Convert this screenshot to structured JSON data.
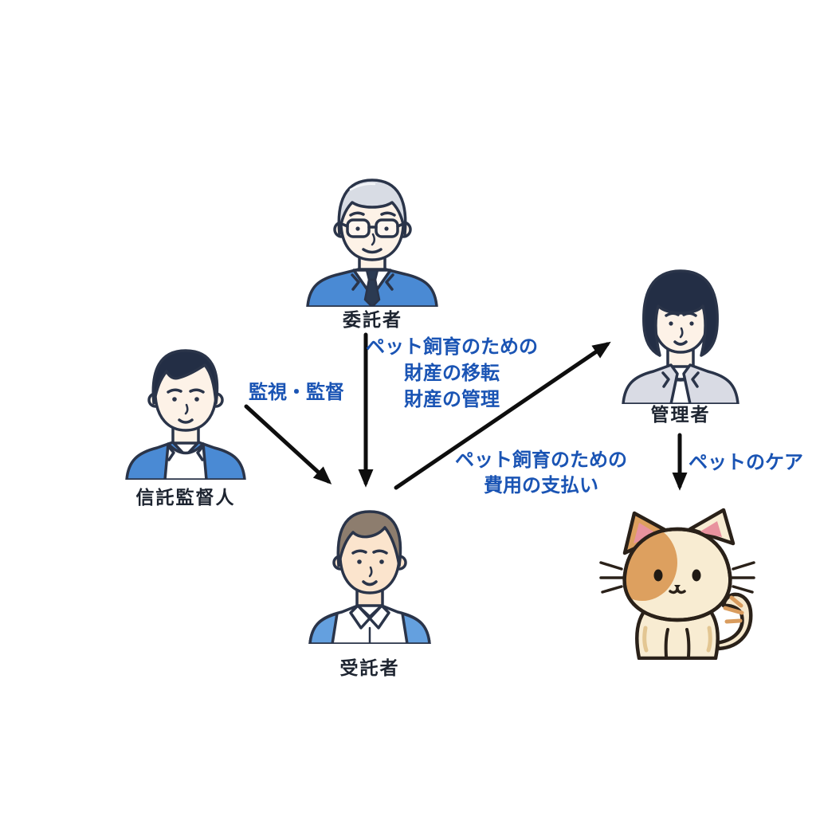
{
  "diagram_title": "pet-trust-relationship-diagram",
  "colors": {
    "background": "#ffffff",
    "annotation_text": "#1a54b4",
    "node_label_text": "#1d2430",
    "arrow": "#0e0e0e",
    "suit_blue": "#4a8ad4",
    "cardigan_gray": "#d9dbe4",
    "cat_cream": "#f8ecd2",
    "cat_orange": "#dda05f"
  },
  "nodes": {
    "settlor": {
      "label": "委託者",
      "icon": "elderly-man-glasses-blue-suit"
    },
    "supervisor": {
      "label": "信託監督人",
      "icon": "young-man-blue-jacket"
    },
    "manager": {
      "label": "管理者",
      "icon": "woman-bob-gray-cardigan"
    },
    "trustee": {
      "label": "受託者",
      "icon": "young-man-white-shirt-blue-vest"
    },
    "pet": {
      "icon": "calico-cat"
    }
  },
  "annotations": {
    "supervision": {
      "lines": [
        "監視・監督"
      ]
    },
    "property": {
      "lines": [
        "ペット飼育のための",
        "財産の移転",
        "財産の管理"
      ]
    },
    "payment": {
      "lines": [
        "ペット飼育のための",
        "費用の支払い"
      ]
    },
    "care": {
      "lines": [
        "ペットのケア"
      ]
    }
  },
  "edges": [
    {
      "from": "委託者",
      "to": "受託者",
      "label": "ペット飼育のための 財産の移転 財産の管理"
    },
    {
      "from": "信託監督人",
      "to": "受託者",
      "label": "監視・監督"
    },
    {
      "from": "受託者",
      "to": "管理者",
      "label": "ペット飼育のための 費用の支払い"
    },
    {
      "from": "管理者",
      "to": "ペット",
      "label": "ペットのケア"
    }
  ]
}
